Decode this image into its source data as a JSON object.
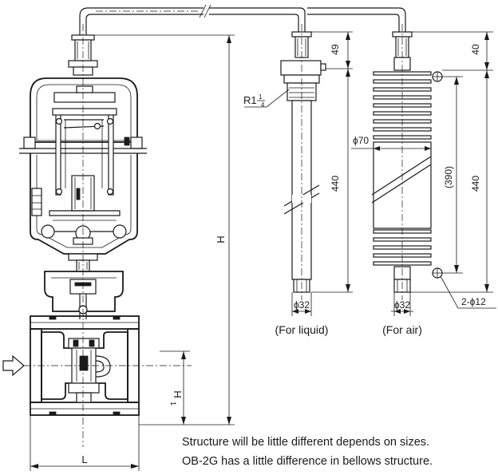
{
  "dimensions": {
    "h_total": "H",
    "h1_main": "H",
    "h1_sub": "1",
    "l": "L",
    "liquid_top": "49",
    "liquid_length": "440",
    "liquid_diameter": "ϕ32",
    "thread_main": "R1",
    "thread_num": "1",
    "thread_den": "4",
    "air_top": "40",
    "air_length": "440",
    "air_inner": "(390)",
    "air_fin_diameter": "ϕ70",
    "air_diameter": "ϕ32",
    "air_holes": "2-ϕ12"
  },
  "captions": {
    "liquid": "(For liquid)",
    "air": "(For air)"
  },
  "notes": {
    "line1": "Structure will be little different depends on sizes.",
    "line2": "OB-2G has a little difference in bellows structure."
  }
}
